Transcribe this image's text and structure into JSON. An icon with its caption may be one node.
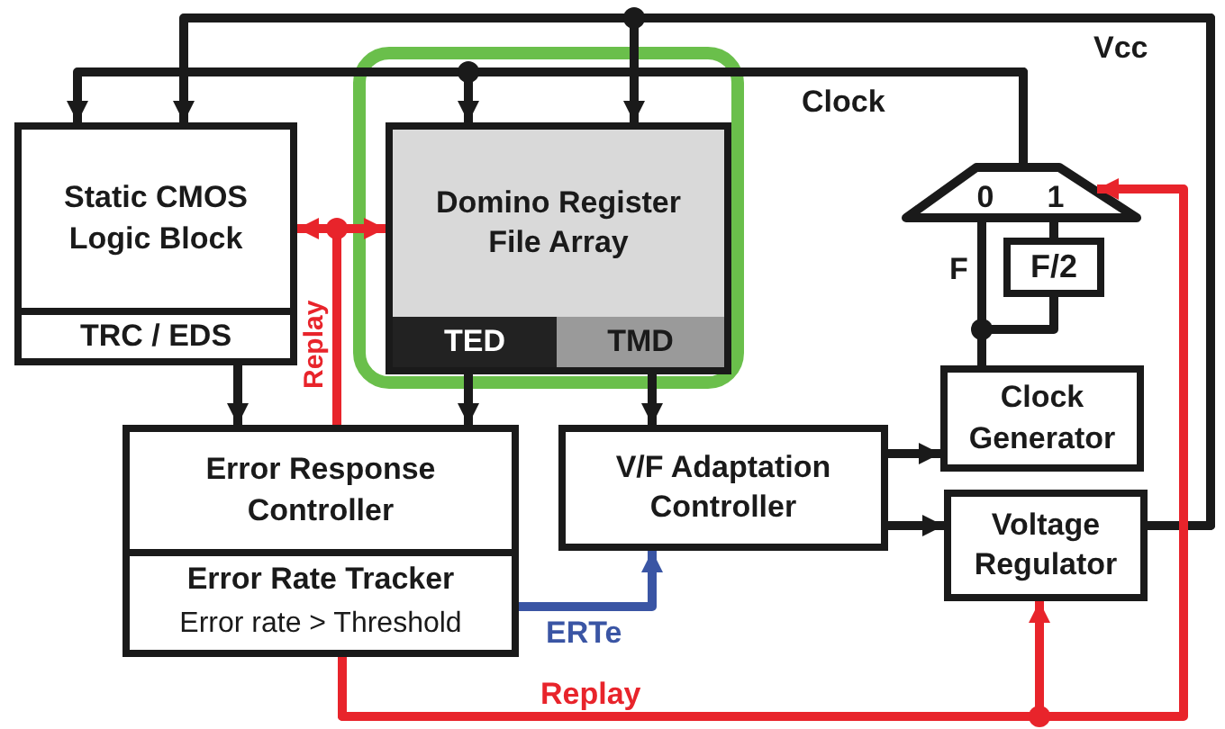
{
  "diagram": {
    "nodes": [
      {
        "text": [
          "Static CMOS Logic Block",
          "TRC / EDS"
        ]
      },
      {
        "text": [],
        "shape": "box"
      },
      {
        "text": [
          "Domino Register File Array"
        ],
        "in": 1
      },
      {
        "text": [
          "TED"
        ],
        "in": 2
      },
      {
        "text": [
          "TMD"
        ],
        "in": 2
      },
      {
        "text": [
          "0",
          "1"
        ]
      },
      {
        "text": [
          "F/2"
        ]
      },
      {
        "text": [
          "Error Response Controller",
          "Error Rate Tracker",
          "Error rate > Threshold"
        ]
      },
      {
        "text": [
          "V/F Adaptation Controller"
        ]
      },
      {
        "text": [
          "Clock Generator"
        ]
      },
      {
        "text": [
          "Voltage Regulator"
        ]
      }
    ],
    "edges": [
      {
        "from": 10,
        "to": 0,
        "arrow": "to"
      },
      {
        "from": 10,
        "to": 2,
        "arrow": "to"
      },
      {
        "from": 5,
        "to": 0,
        "arrow": "to"
      },
      {
        "from": 5,
        "to": 2,
        "arrow": "to"
      },
      {
        "from": 9,
        "to": 5,
        "arrow": "none"
      },
      {
        "from": 9,
        "to": 6,
        "arrow": "none"
      },
      {
        "from": 6,
        "to": 5,
        "arrow": "none"
      },
      {
        "from": 0,
        "to": 7,
        "arrow": "to"
      },
      {
        "from": 3,
        "to": 7,
        "arrow": "to"
      },
      {
        "from": 4,
        "to": 8,
        "arrow": "to"
      },
      {
        "from": 8,
        "to": 9,
        "arrow": "to"
      },
      {
        "from": 8,
        "to": 10,
        "arrow": "to"
      },
      {
        "from": 7,
        "to": 8,
        "arrow": "to",
        "label": "ERTe",
        "color": "#3a55a4"
      },
      {
        "from": 7,
        "to": 0,
        "arrow": "to",
        "label": "Replay",
        "color": "#e8242b"
      },
      {
        "from": 7,
        "to": 2,
        "arrow": "to",
        "color": "#e8242b"
      },
      {
        "from": 7,
        "to": 5,
        "arrow": "to",
        "label": "Replay",
        "color": "#e8242b"
      },
      {
        "from": 7,
        "to": 10,
        "arrow": "to",
        "color": "#e8242b"
      }
    ],
    "labels": [
      "Vcc",
      "Clock",
      "F"
    ]
  }
}
